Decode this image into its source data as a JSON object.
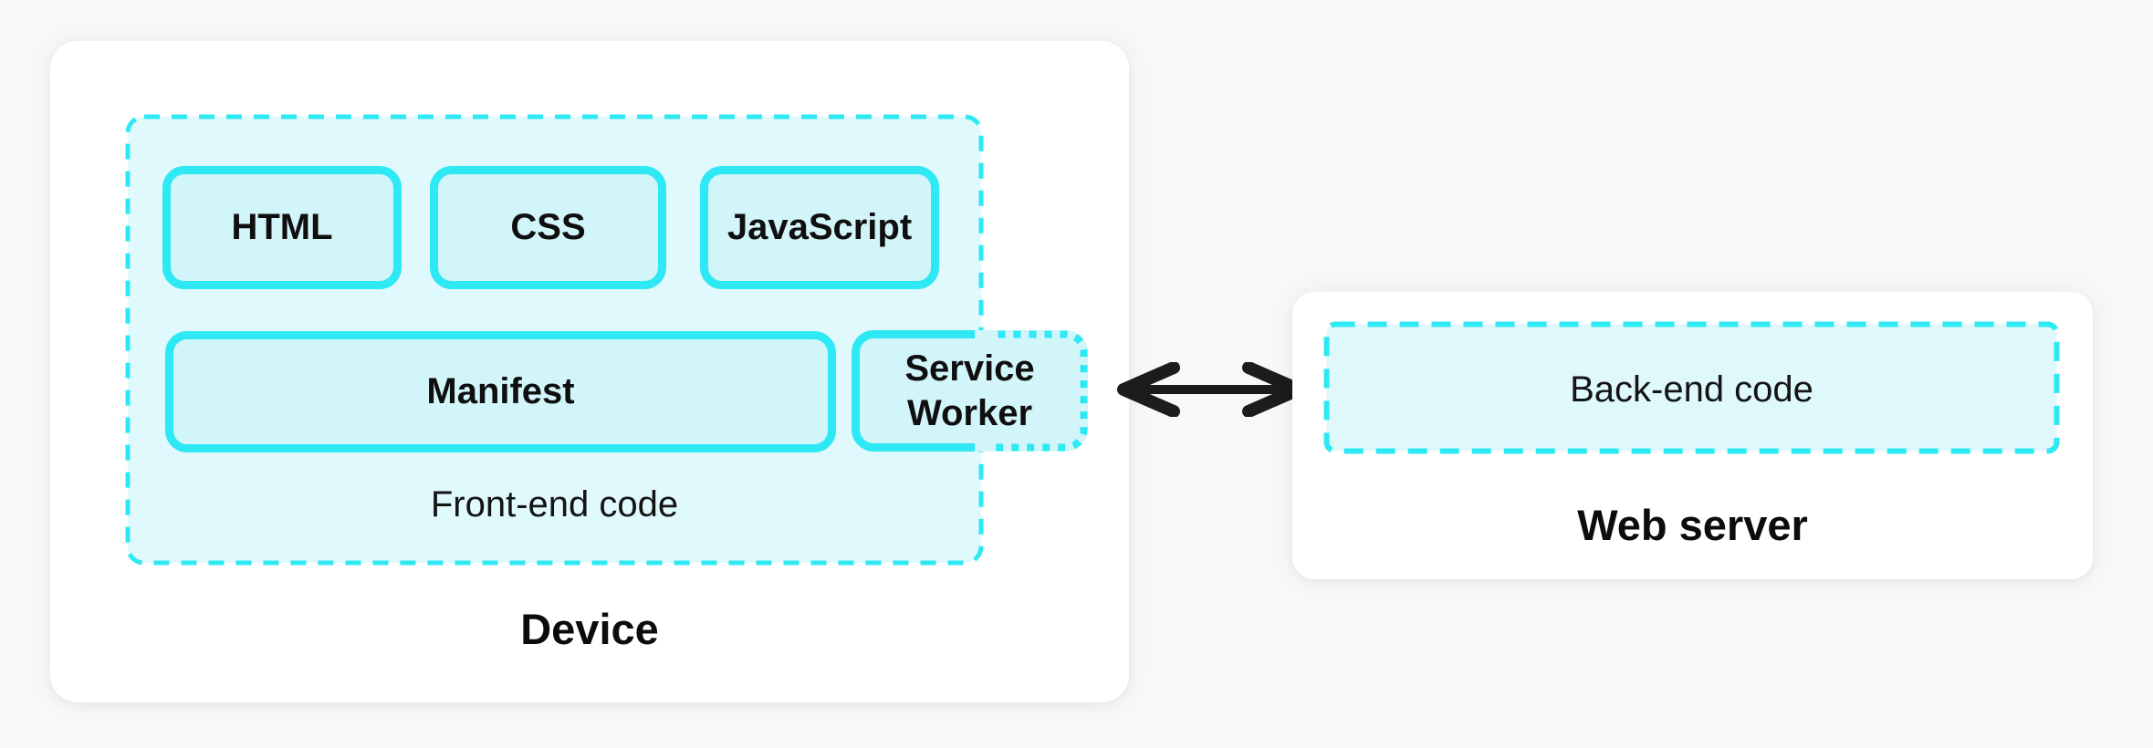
{
  "device": {
    "title": "Device",
    "frontend": {
      "label": "Front-end code",
      "row1": [
        "HTML",
        "CSS",
        "JavaScript"
      ],
      "manifest": "Manifest",
      "service_worker": "Service Worker"
    }
  },
  "web_server": {
    "title": "Web server",
    "backend_label": "Back-end code"
  },
  "connection": {
    "type": "bidirectional-arrow"
  },
  "colors": {
    "accent_cyan": "#2ee8f3",
    "container_fill": "#e0f9fc",
    "box_fill": "#d2f5fa",
    "card_white": "#ffffff",
    "page_background": "#f7f8f8",
    "arrow_black": "#1c1c1c",
    "text_black": "#0f0f0f"
  }
}
